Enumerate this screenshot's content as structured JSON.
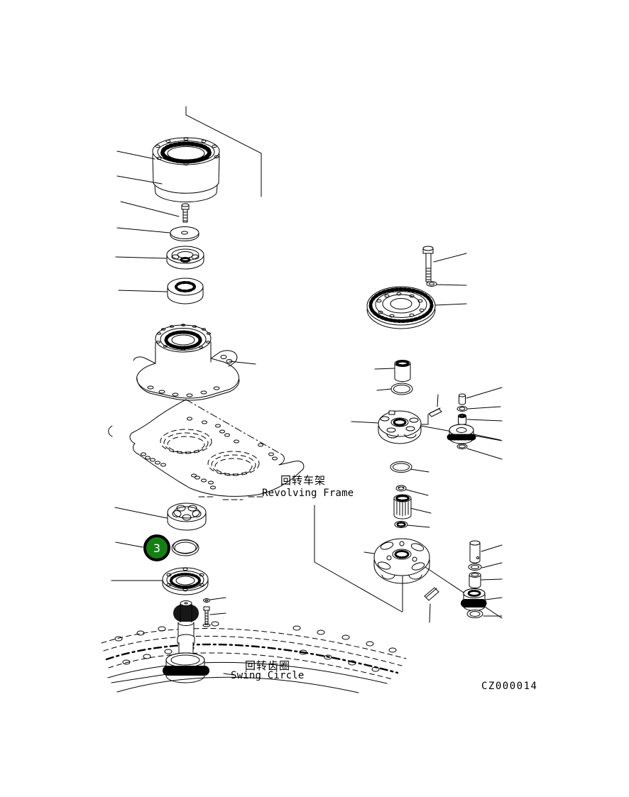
{
  "diagram": {
    "drawing_code": "CZ000014",
    "callout": {
      "number": "3",
      "fill_color": "#157f15",
      "ring_color": "#000000",
      "number_color": "#ffffff"
    },
    "labels": {
      "revolving_frame_zh": "回转车架",
      "revolving_frame_en": "Revolving Frame",
      "swing_circle_zh": "回转齿圈",
      "swing_circle_en": "Swing Circle"
    },
    "line_color": "#000000",
    "background_color": "#ffffff"
  }
}
